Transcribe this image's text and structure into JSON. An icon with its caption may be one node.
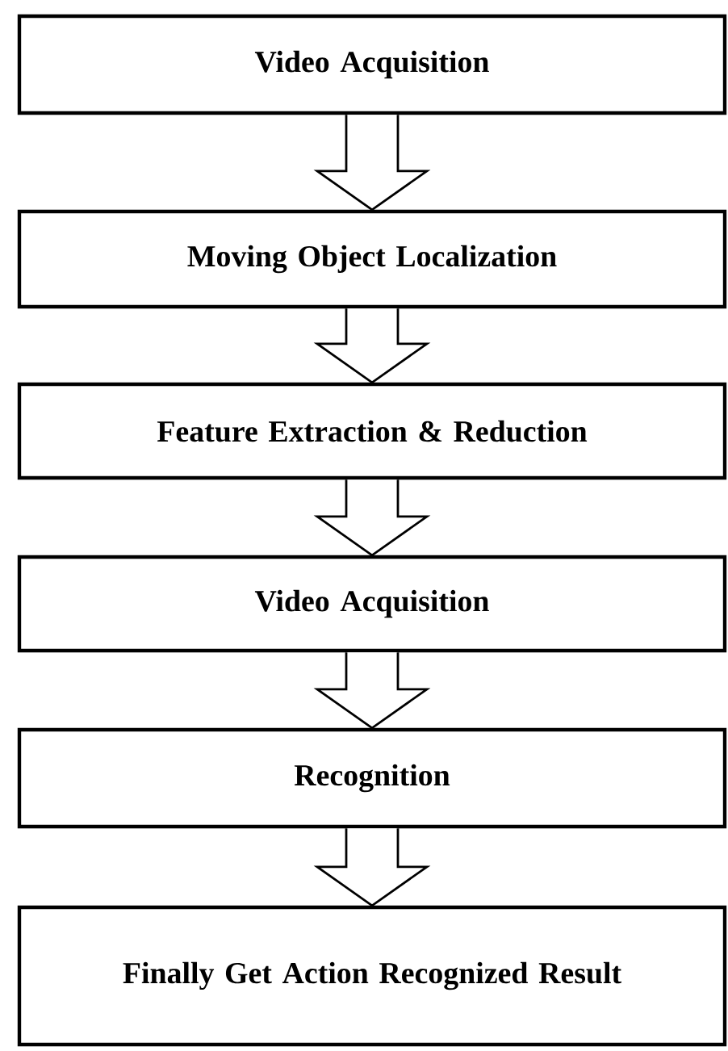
{
  "diagram": {
    "nodes": [
      {
        "text": [
          "Video Acquisition"
        ]
      },
      {
        "text": [
          "Moving Object Localization"
        ]
      },
      {
        "text": [
          "Feature Extraction & Reduction"
        ]
      },
      {
        "text": [
          "Video Acquisition"
        ]
      },
      {
        "text": [
          "Recognition"
        ]
      },
      {
        "text": [
          "Finally Get Action Recognized Result"
        ]
      }
    ],
    "edges": [
      {
        "from": 0,
        "to": 1,
        "arrow": "to"
      },
      {
        "from": 1,
        "to": 2,
        "arrow": "to"
      },
      {
        "from": 2,
        "to": 3,
        "arrow": "to"
      },
      {
        "from": 3,
        "to": 4,
        "arrow": "to"
      },
      {
        "from": 4,
        "to": 5,
        "arrow": "to"
      }
    ]
  }
}
